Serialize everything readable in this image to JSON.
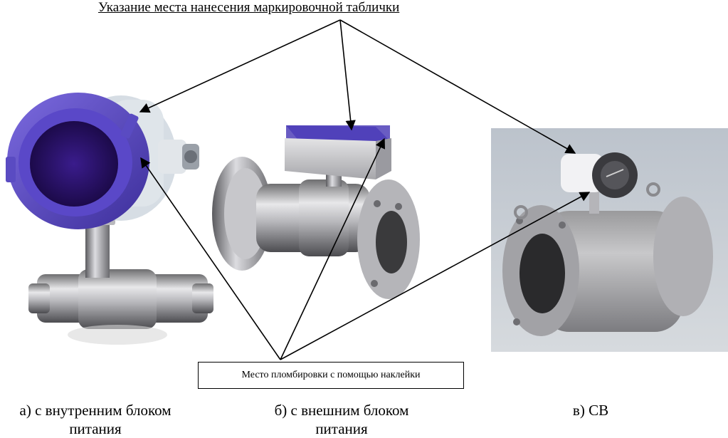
{
  "title": "Указание места нанесения маркировочной таблички",
  "seal_label": "Место пломбировки с помощью наклейки",
  "captions": {
    "a": [
      "а) с внутренним блоком",
      "питания"
    ],
    "b": [
      "б)  с внешним блоком",
      "питания"
    ],
    "c": "в) СВ"
  }
}
